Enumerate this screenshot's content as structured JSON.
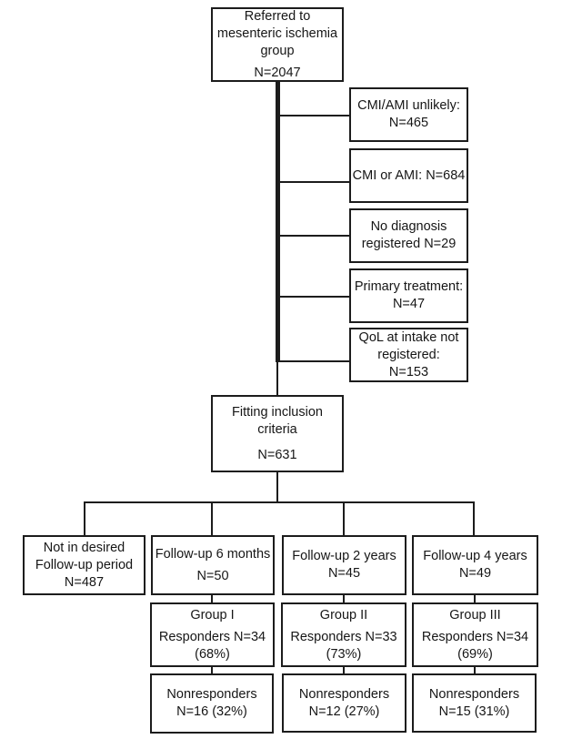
{
  "diagram": {
    "title_semantic": "patient-flow-diagram",
    "colors": {
      "line": "#1c1c1c",
      "background": "#ffffff",
      "text": "#161616"
    },
    "top": {
      "lines": [
        "Referred to",
        "mesenteric ischemia",
        "group"
      ],
      "n": "N=2047"
    },
    "exclusions": [
      {
        "lines": [
          "CMI/AMI unlikely:",
          "N=465"
        ]
      },
      {
        "lines": [
          "CMI or AMI: N=684"
        ]
      },
      {
        "lines": [
          "No diagnosis",
          "registered N=29"
        ]
      },
      {
        "lines": [
          "Primary treatment:",
          "N=47"
        ]
      },
      {
        "lines": [
          "QoL at intake not",
          "registered:",
          "N=153"
        ]
      }
    ],
    "inclusion": {
      "lines": [
        "Fitting inclusion",
        "criteria"
      ],
      "n": "N=631"
    },
    "followup": [
      {
        "lines": [
          "Not in desired",
          "Follow-up period",
          "N=487"
        ]
      },
      {
        "lines": [
          "Follow-up 6 months",
          "N=50"
        ]
      },
      {
        "lines": [
          "Follow-up 2 years",
          "N=45"
        ]
      },
      {
        "lines": [
          "Follow-up 4 years",
          "N=49"
        ]
      }
    ],
    "groups": [
      {
        "title": "Group I",
        "lines": [
          "Responders N=34",
          "(68%)"
        ]
      },
      {
        "title": "Group II",
        "lines": [
          "Responders N=33",
          "(73%)"
        ]
      },
      {
        "title": "Group III",
        "lines": [
          "Responders N=34",
          "(69%)"
        ]
      }
    ],
    "nonresponders": [
      {
        "lines": [
          "Nonresponders",
          "N=16 (32%)"
        ]
      },
      {
        "lines": [
          "Nonresponders",
          "N=12 (27%)"
        ]
      },
      {
        "lines": [
          "Nonresponders",
          "N=15 (31%)"
        ]
      }
    ]
  }
}
